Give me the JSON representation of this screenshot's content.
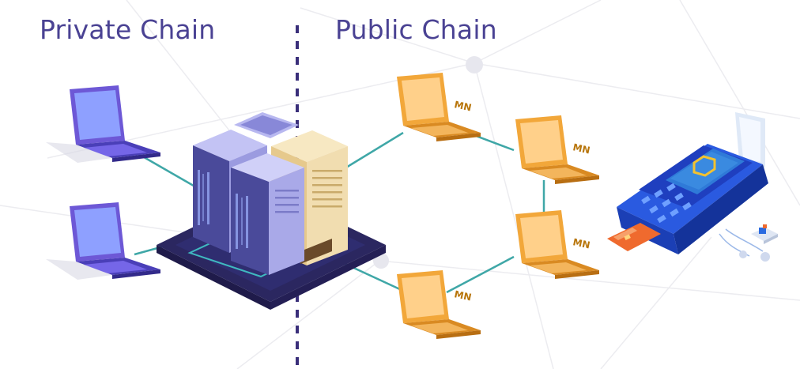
{
  "labels": {
    "private_chain": "Private Chain",
    "public_chain": "Public Chain"
  },
  "masternodes": [
    {
      "label": "MN"
    },
    {
      "label": "MN"
    },
    {
      "label": "MN"
    },
    {
      "label": "MN"
    }
  ],
  "colors": {
    "title": "#4a4293",
    "divider": "#3a2f7a",
    "connector": "#3fa7a7",
    "laptop_private": "#6d58d6",
    "laptop_public": "#f2a73a",
    "server_purple": "#4a4a9a",
    "server_cream": "#f1ddb0",
    "terminal_blue": "#1f3fbf",
    "card_orange": "#ef6a2e"
  },
  "icons": [
    "laptop-icon",
    "server-rack-icon",
    "payment-terminal-icon",
    "credit-card-icon",
    "chip-icon"
  ]
}
